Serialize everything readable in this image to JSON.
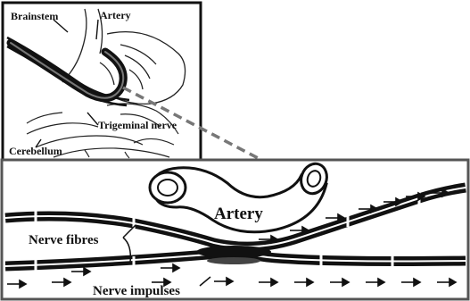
{
  "inset": {
    "labels": {
      "brainstem": "Brainstem",
      "artery": "Artery",
      "trigeminal_nerve": "Trigeminal nerve",
      "cerebellum": "Cerebellum"
    }
  },
  "main": {
    "labels": {
      "artery": "Artery",
      "nerve_fibres": "Nerve fibres",
      "nerve_impulses": "Nerve impulses"
    }
  },
  "colors": {
    "ink": "#111111",
    "frame": "#555555",
    "connector": "#777777",
    "background": "#ffffff"
  }
}
